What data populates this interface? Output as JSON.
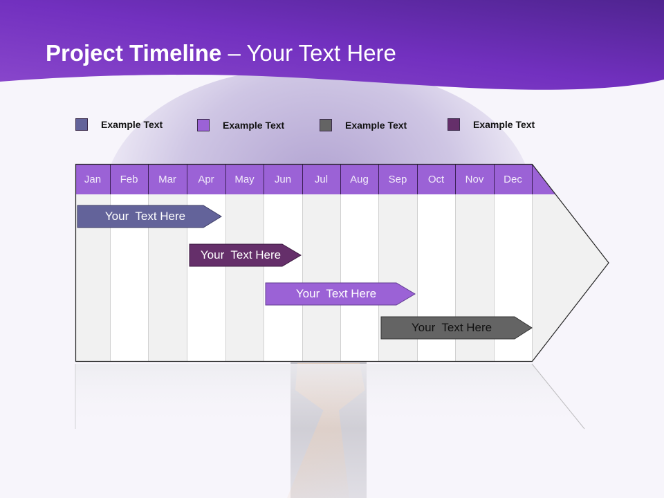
{
  "slide": {
    "title_bold": "Project Timeline",
    "title_rest": " – Your Text Here"
  },
  "colors": {
    "header_dark": "#5a2a96",
    "header_light": "#8a48cc",
    "month_header": "#9b62d6",
    "cell_shade": "#f1f1f1",
    "cell_white": "#ffffff"
  },
  "legend": [
    {
      "label": "Example Text",
      "color": "#63639a"
    },
    {
      "label": "Example Text",
      "color": "#9b62d6"
    },
    {
      "label": "Example Text",
      "color": "#646464"
    },
    {
      "label": "Example Text",
      "color": "#652f6a"
    }
  ],
  "months": [
    "Jan",
    "Feb",
    "Mar",
    "Apr",
    "May",
    "Jun",
    "Jul",
    "Aug",
    "Sep",
    "Oct",
    "Nov",
    "Dec"
  ],
  "tasks": [
    {
      "label": "Your  Text Here",
      "color": "#63639a",
      "text_color": "#ffffff",
      "start_month": "Jan",
      "end_month": "Apr"
    },
    {
      "label": "Your  Text Here",
      "color": "#652f6a",
      "text_color": "#ffffff",
      "start_month": "Apr",
      "end_month": "Jun"
    },
    {
      "label": "Your  Text Here",
      "color": "#9b62d6",
      "text_color": "#ffffff",
      "start_month": "Jun",
      "end_month": "Sep"
    },
    {
      "label": "Your  Text Here",
      "color": "#646464",
      "text_color": "#111111",
      "start_month": "Sep",
      "end_month": "Dec"
    }
  ]
}
